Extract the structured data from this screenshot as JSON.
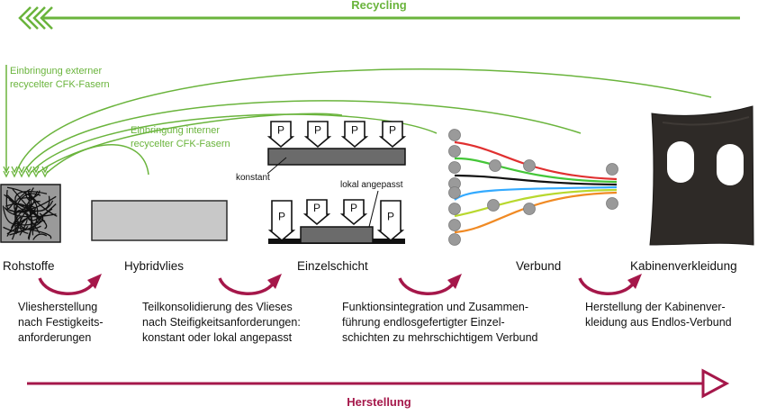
{
  "top_label": "Recycling",
  "bottom_label": "Herstellung",
  "note_external": [
    "Einbringung externer",
    "recycelter CFK-Fasern"
  ],
  "note_internal": [
    "Einbringung interner",
    "recycelter CFK-Fasern"
  ],
  "stages": [
    "Rohstoffe",
    "Hybridvlies",
    "Einzelschicht",
    "Verbund",
    "Kabinenverkleidung"
  ],
  "steps": [
    [
      "Vliesherstellung",
      "nach Festigkeits-",
      "anforderungen"
    ],
    [
      "Teilkonsolidierung des Vlieses",
      "nach Steifigkeitsanforderungen:",
      "konstant oder lokal angepasst"
    ],
    [
      "Funktionsintegration und Zusammen-",
      "führung endlosgefertigter Einzel-",
      "schichten zu mehrschichtigem Verbund"
    ],
    [
      "Herstellung der Kabinenver-",
      "kleidung aus Endlos-Verbund"
    ]
  ],
  "callout_constant": "konstant",
  "callout_local": "lokal angepasst",
  "press_label": "P",
  "colors": {
    "green": "#6ab43c",
    "red": "#a5174a",
    "dark": "#2e2a27"
  },
  "icons": [
    "chevron-left-triple-icon",
    "arrow-right-icon",
    "curved-arrow-icon",
    "press-arrow-icon",
    "roller-icon"
  ]
}
